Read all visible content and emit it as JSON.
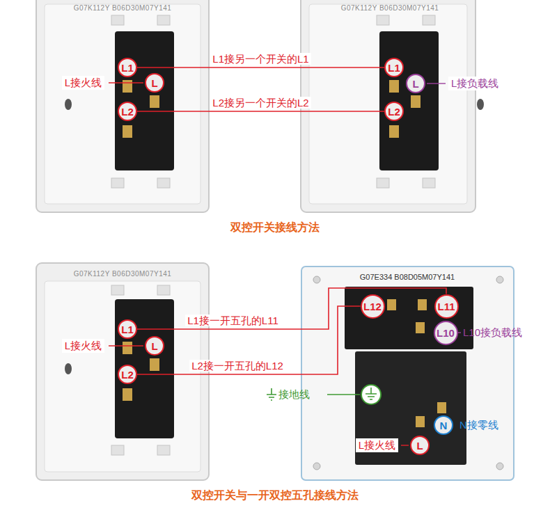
{
  "diagram": {
    "nodes": [
      {
        "text": [
          "L1"
        ]
      },
      {
        "text": [
          "L"
        ]
      },
      {
        "text": [
          "L2"
        ]
      },
      {
        "text": [
          "L1"
        ]
      },
      {
        "text": [
          "L"
        ]
      },
      {
        "text": [
          "L2"
        ]
      },
      {
        "text": [
          "L1"
        ]
      },
      {
        "text": [
          "L"
        ]
      },
      {
        "text": [
          "L2"
        ]
      },
      {
        "text": [
          "L12"
        ]
      },
      {
        "text": [
          "L11"
        ]
      },
      {
        "text": [
          "L10"
        ]
      },
      {
        "text": [
          "N"
        ]
      },
      {
        "text": [
          "L"
        ]
      }
    ],
    "edges": [
      {
        "from": 0,
        "to": 3,
        "arrow": "none",
        "label": "L1接另一个开关的L1"
      },
      {
        "from": 2,
        "to": 5,
        "arrow": "none",
        "label": "L2接另一个开关的L2"
      },
      {
        "from": 6,
        "to": 10,
        "arrow": "none",
        "label": "L1接一开五孔的L11"
      },
      {
        "from": 8,
        "to": 9,
        "arrow": "none",
        "label": "L2接一开五孔的L12"
      }
    ],
    "labels": [
      "G07K112Y B06D30M07Y141",
      "L接火线",
      "G07K112Y B06D30M07Y141",
      "L接负载线",
      "双控开关接线方法",
      "G07K112Y B06D30M07Y141",
      "L接火线",
      "G07E334 B08D05M07Y141",
      "L10接负载线",
      "接地线",
      "N接零线",
      "L接火线",
      "双控开关与一开双控五孔接线方法"
    ]
  }
}
